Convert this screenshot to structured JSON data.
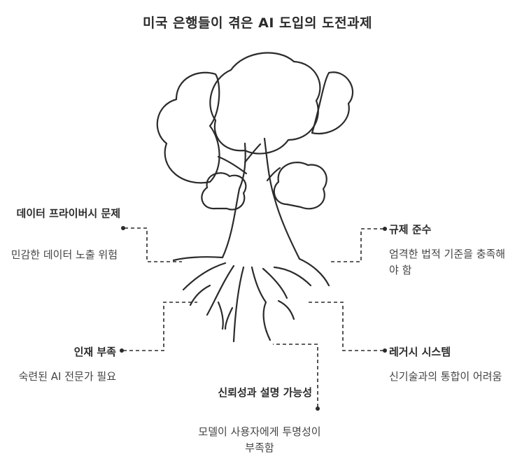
{
  "title": "미국 은행들이 겪은 AI 도입의 도전과제",
  "challenges": [
    {
      "label": "데이터 프라이버시 문제",
      "description": "민감한 데이터 노출 위험"
    },
    {
      "label": "규제 준수",
      "description": "엄격한 법적 기준을 충족해야 함"
    },
    {
      "label": "인재 부족",
      "description": "숙련된 AI 전문가 필요"
    },
    {
      "label": "레거시 시스템",
      "description": "신기술과의 통합이 어려움"
    },
    {
      "label": "신뢰성과 설명 가능성",
      "description": "모델이 사용자에게 투명성이 부족함"
    }
  ]
}
